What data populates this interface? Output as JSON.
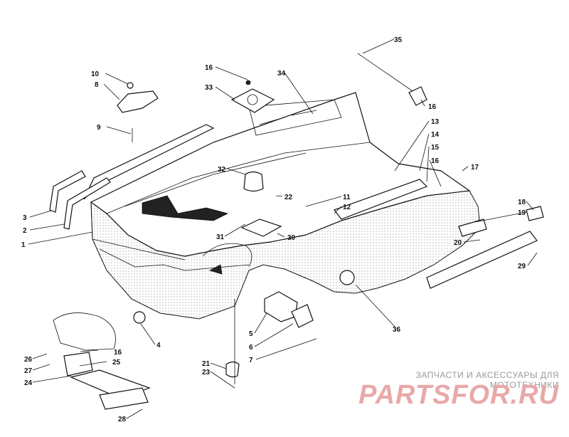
{
  "callouts": [
    "1",
    "2",
    "3",
    "4",
    "5",
    "6",
    "7",
    "8",
    "9",
    "10",
    "11",
    "12",
    "13",
    "14",
    "15",
    "16",
    "16",
    "16",
    "16",
    "17",
    "18",
    "19",
    "20",
    "21",
    "22",
    "23",
    "24",
    "25",
    "26",
    "27",
    "28",
    "29",
    "30",
    "31",
    "32",
    "33",
    "34",
    "35",
    "36"
  ],
  "watermark": {
    "subtitle": "ЗАПЧАСТИ И АКСЕССУАРЫ ДЛЯ МОТОТЕХНИКИ",
    "brand": "PARTSFOR.RU"
  }
}
